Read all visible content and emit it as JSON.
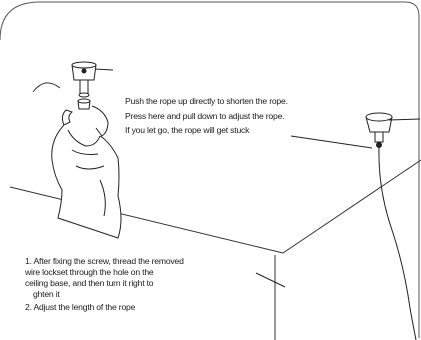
{
  "colors": {
    "ink": "#1a1a1a",
    "background": "#ffffff"
  },
  "icons": [
    "hand-illustration",
    "ceiling-base-left",
    "ceiling-base-right",
    "rope-line",
    "rotate-arrow"
  ],
  "callout": {
    "push": "Push the rope up directly to shorten the rope.",
    "press": "Press here and pull down to adjust the rope.",
    "letgo": "If you let go, the rope will get stuck"
  },
  "steps": {
    "step1": [
      "1. After fixing the screw, thread the removed",
      "wire lockset through the hole on the",
      "ceiling base, and then turn it right to",
      "ghten it"
    ],
    "step2": "2. Adjust the length of the rope"
  }
}
